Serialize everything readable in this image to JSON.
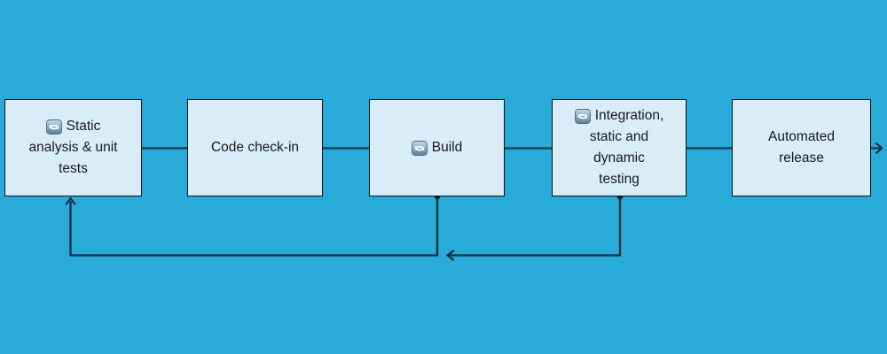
{
  "colors": {
    "background": "#29abd9",
    "box_fill": "#d8edf8",
    "box_border": "#0d0d0d",
    "text": "#17191c",
    "connector_line": "#1a4a5e",
    "feedback_line": "#112e3d",
    "icon_bg_top": "#cadded",
    "icon_bg_bottom": "#5c8099",
    "icon_arrows": "#ffffff"
  },
  "flow": {
    "boxes": [
      {
        "id": "static-analysis-unit-tests",
        "icon": "refresh-icon",
        "label": "Static analysis & unit tests",
        "lines": [
          "Static",
          "analysis & unit",
          "tests"
        ]
      },
      {
        "id": "code-check-in",
        "icon": null,
        "label": "Code check-in",
        "lines": [
          "Code check-in"
        ]
      },
      {
        "id": "build",
        "icon": "refresh-icon",
        "label": "Build",
        "lines": [
          "Build"
        ]
      },
      {
        "id": "integration-static-dynamic-testing",
        "icon": "refresh-icon",
        "label": "Integration, static and dynamic testing",
        "lines": [
          "Integration,",
          "static and",
          "dynamic",
          "testing"
        ]
      },
      {
        "id": "automated-release",
        "icon": null,
        "label": "Automated release",
        "lines": [
          "Automated",
          "release"
        ]
      }
    ],
    "connections": [
      {
        "from": "static-analysis-unit-tests",
        "to": "code-check-in",
        "style": "plain-line"
      },
      {
        "from": "code-check-in",
        "to": "build",
        "style": "plain-line"
      },
      {
        "from": "build",
        "to": "integration-static-dynamic-testing",
        "style": "plain-line"
      },
      {
        "from": "integration-static-dynamic-testing",
        "to": "automated-release",
        "style": "plain-line"
      },
      {
        "from": "automated-release",
        "to": "exit-right-edge",
        "style": "arrow"
      },
      {
        "from": "build",
        "to": "static-analysis-unit-tests",
        "style": "feedback-arrow-bottom"
      },
      {
        "from": "integration-static-dynamic-testing",
        "to": "build",
        "style": "feedback-arrow-bottom"
      }
    ]
  }
}
